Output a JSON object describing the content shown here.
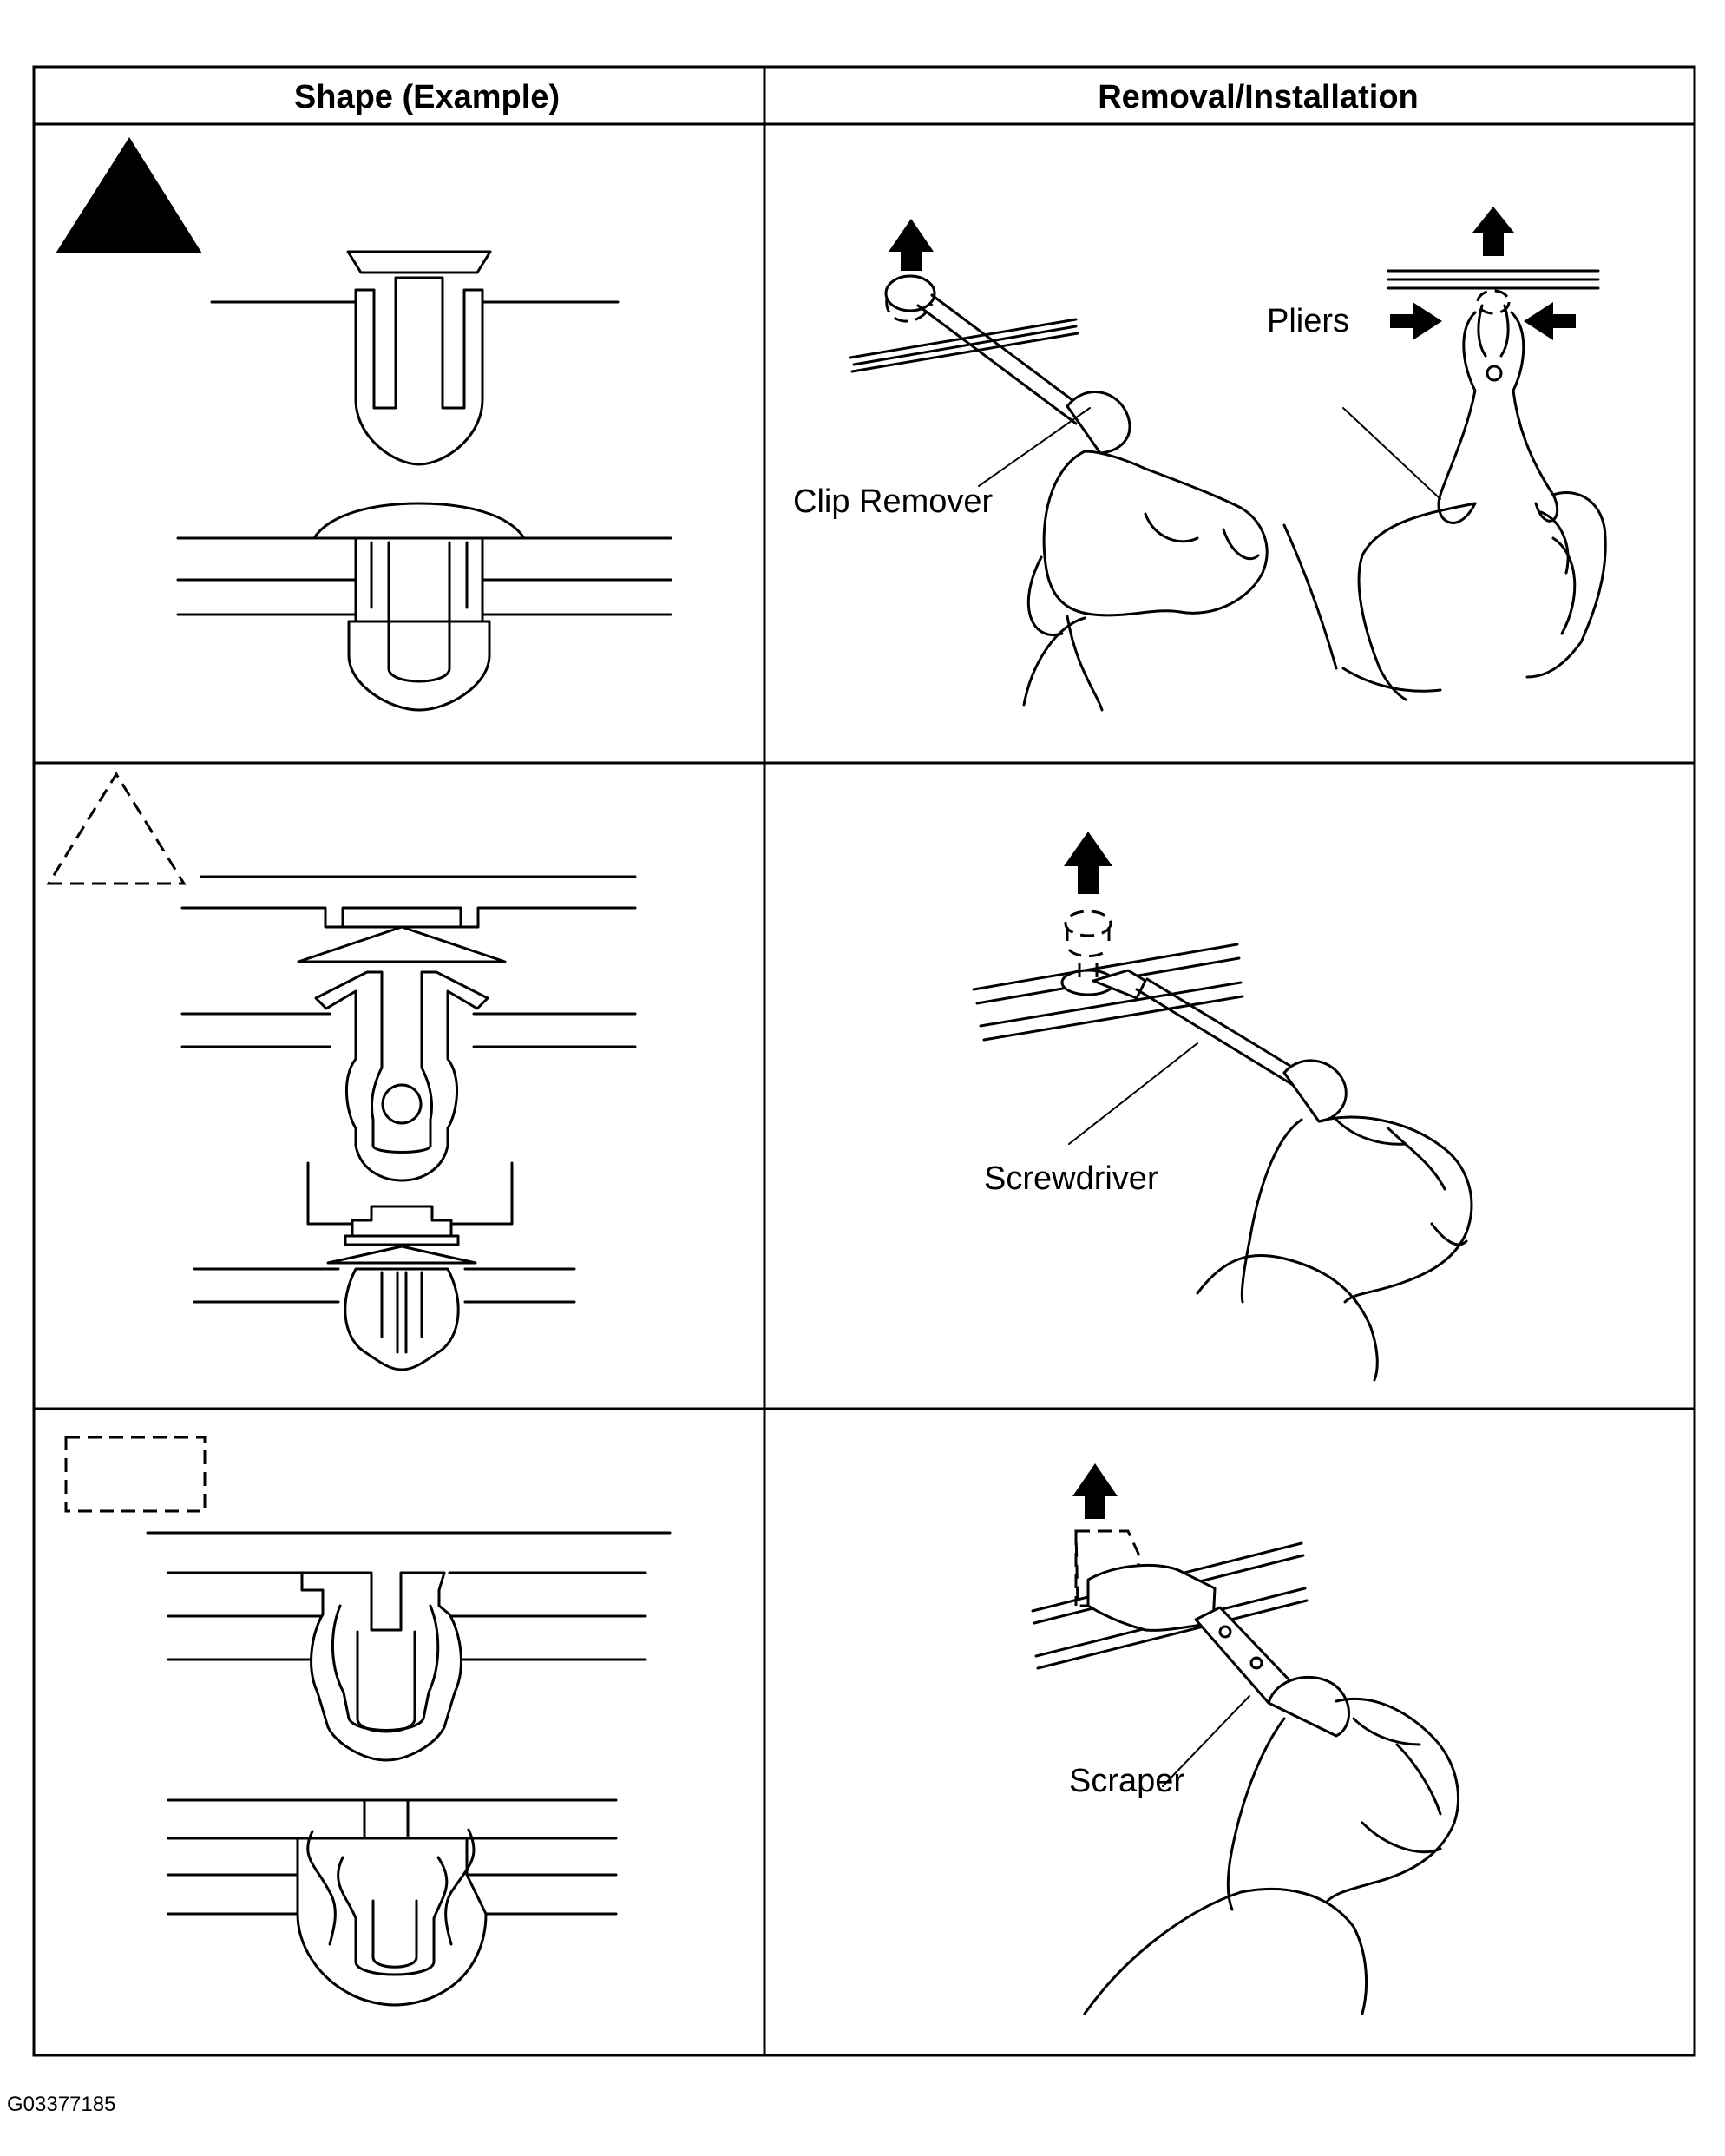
{
  "table": {
    "headers": [
      "Shape (Example)",
      "Removal/Installation"
    ],
    "rows": [
      {
        "marker": "solid-triangle-icon",
        "labels": [
          "Clip Remover",
          "Pliers"
        ]
      },
      {
        "marker": "dashed-triangle-icon",
        "labels": [
          "Screwdriver"
        ]
      },
      {
        "marker": "dashed-rectangle-icon",
        "labels": [
          "Scraper"
        ]
      }
    ]
  },
  "figure_code": "G03377185"
}
